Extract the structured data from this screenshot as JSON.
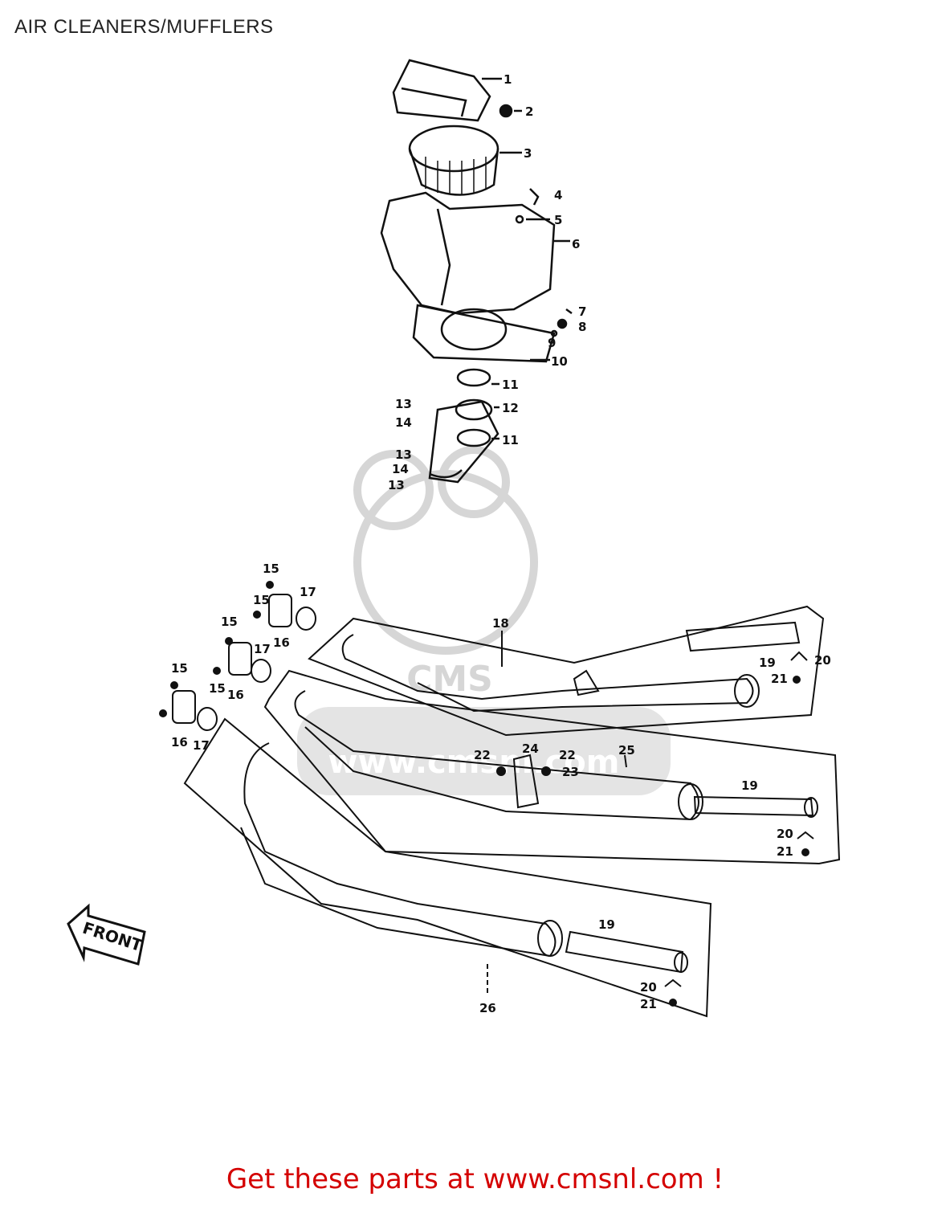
{
  "page": {
    "title": "AIR CLEANERS/MUFFLERS",
    "footer_text": "Get these parts at www.cmsnl.com !"
  },
  "watermark": {
    "brand": "CMS",
    "url": "www.cmsnl.com"
  },
  "diagram": {
    "front_arrow_label": "FRONT",
    "callouts": [
      "1",
      "2",
      "3",
      "4",
      "5",
      "6",
      "7",
      "8",
      "9",
      "10",
      "11",
      "12",
      "13",
      "14",
      "11",
      "13",
      "14",
      "13",
      "15",
      "15",
      "15",
      "15",
      "15",
      "16",
      "16",
      "16",
      "17",
      "17",
      "17",
      "18",
      "19",
      "20",
      "21",
      "22",
      "24",
      "22",
      "23",
      "25",
      "19",
      "20",
      "21",
      "19",
      "20",
      "21",
      "26"
    ]
  },
  "colors": {
    "line": "#111111",
    "footer": "#d40000",
    "watermark": "#cfcfcf"
  }
}
